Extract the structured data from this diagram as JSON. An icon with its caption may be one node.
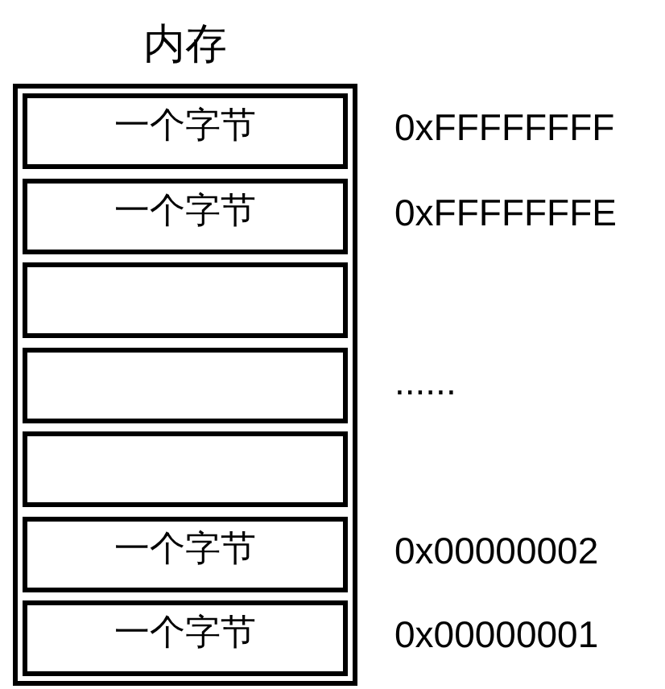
{
  "diagram": {
    "nodes": [
      {
        "text": [
          "内存"
        ]
      },
      {
        "text": [
          "一个字节"
        ],
        "in": 0,
        "beside": [
          "0xFFFFFFFF"
        ]
      },
      {
        "text": [
          "一个字节"
        ],
        "in": 0,
        "beside": [
          "0xFFFFFFFE"
        ]
      },
      {
        "text": [],
        "shape": "box",
        "in": 0
      },
      {
        "text": [],
        "shape": "box",
        "in": 0,
        "beside": [
          "......"
        ]
      },
      {
        "text": [],
        "shape": "box",
        "in": 0
      },
      {
        "text": [
          "一个字节"
        ],
        "in": 0,
        "beside": [
          "0x00000002"
        ]
      },
      {
        "text": [
          "一个字节"
        ],
        "in": 0,
        "beside": [
          "0x00000001"
        ]
      }
    ]
  }
}
